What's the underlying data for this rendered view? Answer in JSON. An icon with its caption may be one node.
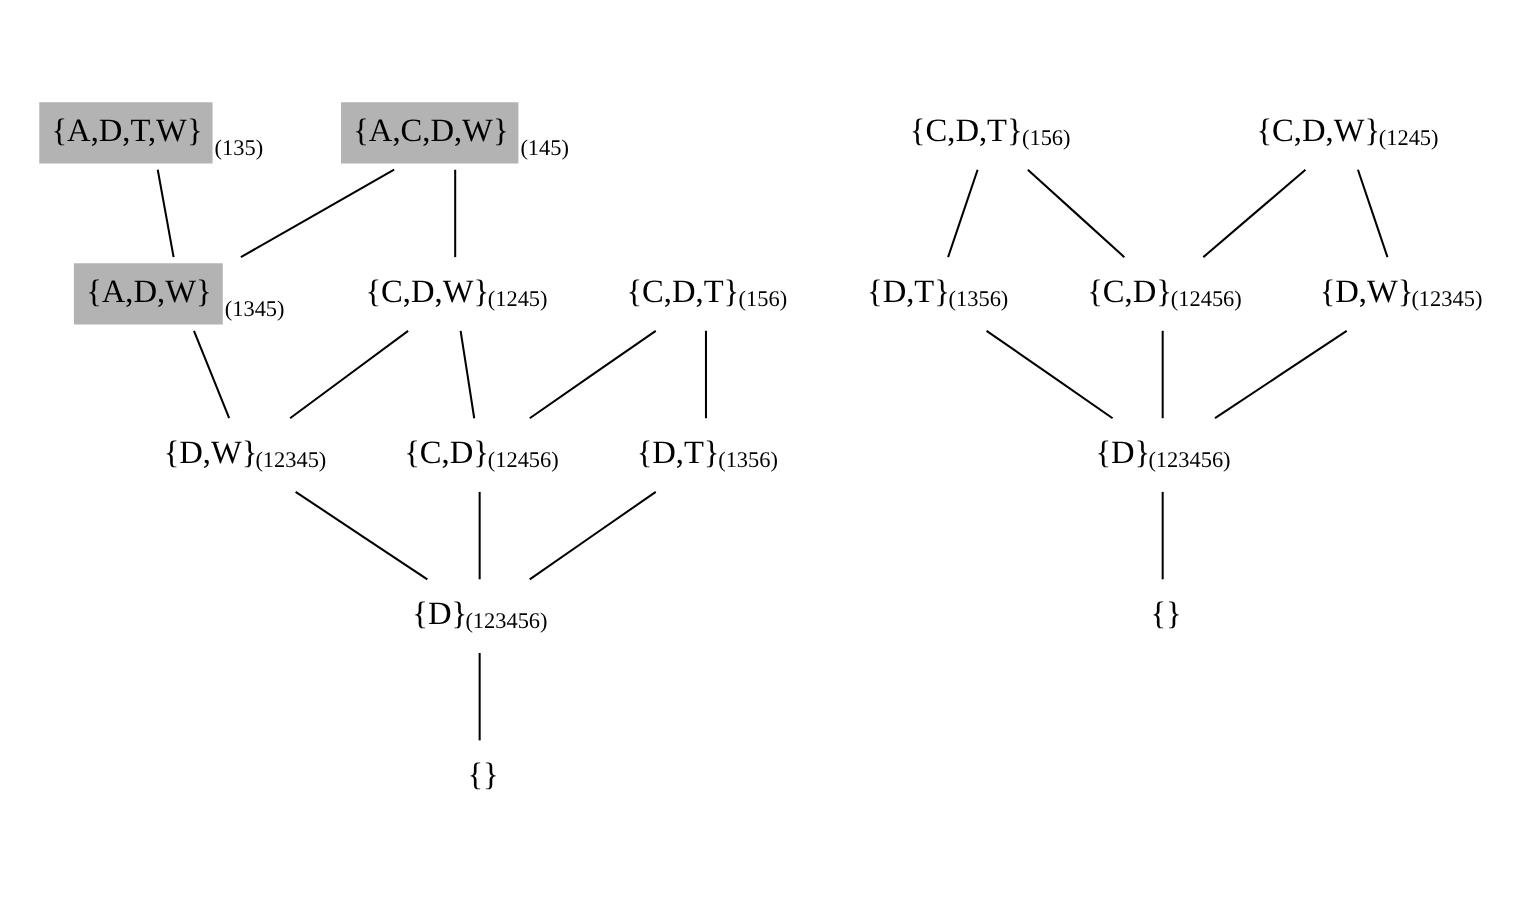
{
  "diagram": {
    "nodes": [
      {
        "text": [
          "{A,C,D,W}"
        ],
        "beside": [
          "(145)"
        ]
      },
      {
        "text": [
          "{A,D,T,W}"
        ],
        "beside": [
          "(135)"
        ]
      },
      {
        "text": [
          "{A,D,W}"
        ],
        "beside": [
          "(1345)"
        ]
      },
      {
        "text": [
          "{C,D,T}"
        ],
        "beside": [
          "(156)"
        ]
      },
      {
        "text": [
          "{C,D,W}"
        ],
        "beside": [
          "(1245)"
        ]
      },
      {
        "text": [
          "{C,D}"
        ],
        "beside": [
          "(12456)"
        ]
      },
      {
        "text": [
          "{D,T}"
        ],
        "beside": [
          "(1356)"
        ]
      },
      {
        "text": [
          "{D,W}"
        ],
        "beside": [
          "(12345)"
        ]
      },
      {
        "text": [
          "{D}"
        ],
        "beside": [
          "(123456)"
        ]
      },
      {
        "text": [
          "{}"
        ]
      },
      {
        "text": [
          "{C,D,T}"
        ],
        "beside": [
          "(156)"
        ]
      },
      {
        "text": [
          "{C,D,W}"
        ],
        "beside": [
          "(1245)"
        ]
      },
      {
        "text": [
          "{C,D}"
        ],
        "beside": [
          "(12456)"
        ]
      },
      {
        "text": [
          "{D,T}"
        ],
        "beside": [
          "(1356)"
        ]
      },
      {
        "text": [
          "{D,W}"
        ],
        "beside": [
          "(12345)"
        ]
      },
      {
        "text": [
          "{D}"
        ],
        "beside": [
          "(123456)"
        ]
      },
      {
        "text": [
          "{}"
        ]
      }
    ],
    "edges": [
      {
        "from": 0,
        "to": 2,
        "arrow": "none"
      },
      {
        "from": 0,
        "to": 4,
        "arrow": "none"
      },
      {
        "from": 1,
        "to": 2,
        "arrow": "none"
      },
      {
        "from": 2,
        "to": 7,
        "arrow": "none"
      },
      {
        "from": 3,
        "to": 5,
        "arrow": "none"
      },
      {
        "from": 3,
        "to": 6,
        "arrow": "none"
      },
      {
        "from": 4,
        "to": 5,
        "arrow": "none"
      },
      {
        "from": 4,
        "to": 7,
        "arrow": "none"
      },
      {
        "from": 5,
        "to": 8,
        "arrow": "none"
      },
      {
        "from": 6,
        "to": 8,
        "arrow": "none"
      },
      {
        "from": 7,
        "to": 8,
        "arrow": "none"
      },
      {
        "from": 8,
        "to": 9,
        "arrow": "none"
      },
      {
        "from": 10,
        "to": 12,
        "arrow": "none"
      },
      {
        "from": 10,
        "to": 13,
        "arrow": "none"
      },
      {
        "from": 11,
        "to": 12,
        "arrow": "none"
      },
      {
        "from": 11,
        "to": 14,
        "arrow": "none"
      },
      {
        "from": 12,
        "to": 15,
        "arrow": "none"
      },
      {
        "from": 13,
        "to": 15,
        "arrow": "none"
      },
      {
        "from": 14,
        "to": 15,
        "arrow": "none"
      },
      {
        "from": 15,
        "to": 16,
        "arrow": "none"
      }
    ]
  }
}
